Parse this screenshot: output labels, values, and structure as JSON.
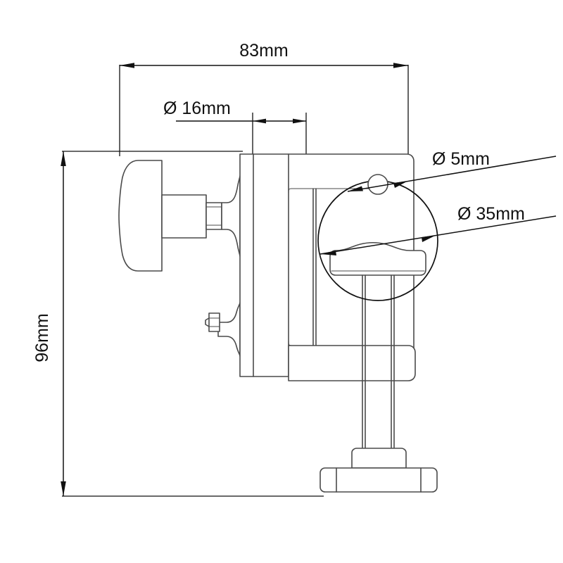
{
  "drawing": {
    "title": "Clamp Assembly Dimensioned Drawing",
    "background_color": "#ffffff",
    "line_color": "#4a4a4a",
    "dimension_color": "#111111",
    "units": "mm",
    "view": "side elevation with detail circle"
  },
  "dimensions": {
    "overall_width": {
      "label": "83mm",
      "value": 83,
      "units": "mm",
      "orientation": "horizontal",
      "position": "top"
    },
    "overall_height": {
      "label": "96mm",
      "value": 96,
      "units": "mm",
      "orientation": "vertical",
      "position": "left",
      "rotation_degrees": -90
    },
    "knob_shaft_diameter": {
      "label": "Ø 16mm",
      "symbol": "Ø",
      "value": 16,
      "units": "mm",
      "orientation": "horizontal",
      "position": "upper-middle"
    },
    "pin_diameter": {
      "label": "Ø 5mm",
      "symbol": "Ø",
      "value": 5,
      "units": "mm",
      "orientation": "leader",
      "position": "upper-right"
    },
    "pad_diameter": {
      "label": "Ø 35mm",
      "symbol": "Ø",
      "value": 35,
      "units": "mm",
      "orientation": "leader",
      "position": "right"
    }
  },
  "components": {
    "knob_head": "knob-head",
    "knob_shaft": "knob-shaft",
    "threaded_collar": "threaded-collar",
    "knob_boss": "knob-boss",
    "main_body": "main-body",
    "side_set_screw": "side-set-screw",
    "lower_flange": "lower-flange",
    "clamp_pad": "clamp-pad",
    "clamp_stem": "clamp-stem",
    "base_foot": "base-foot",
    "detail_circle": "detail-circle",
    "locating_pin": "locating-pin"
  }
}
